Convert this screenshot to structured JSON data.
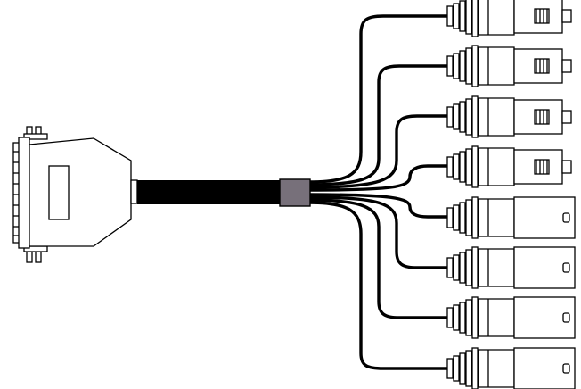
{
  "figure": {
    "subject": "db25-to-xlr-breakout-cable",
    "background_color": "#ffffff",
    "outline_color": "#000000",
    "cable_color": "#000000",
    "split_sleeve_color": "#77707a",
    "connectors": {
      "multipin": {
        "icon": "db25-connector-icon",
        "count": 1
      },
      "xlr_female": {
        "icon": "xlr-female-connector-icon",
        "count": 4
      },
      "xlr_male": {
        "icon": "xlr-male-connector-icon",
        "count": 4
      }
    }
  }
}
